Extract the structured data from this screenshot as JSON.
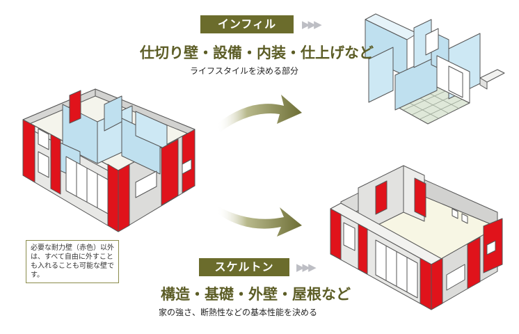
{
  "infill": {
    "badge": "インフィル",
    "chevrons": "▶▶▶",
    "title": "仕切り壁・設備・内装・仕上げなど",
    "subtitle": "ライフスタイルを決める部分"
  },
  "skeleton": {
    "badge": "スケルトン",
    "chevrons": "▶▶▶",
    "title": "構造・基礎・外壁・屋根など",
    "subtitle": "家の強さ、断熱性などの基本性能を決める"
  },
  "note": "必要な耐力壁（赤色）以外は、すべて自由に外すことも入れることも可能な壁です。",
  "colors": {
    "accent": "#6b6c2c",
    "structural_wall": "#e0131b",
    "wall": "#e6e6e4",
    "partition": "#bfe0ef",
    "floor": "#f7f6e4",
    "arrow": "#6d6e35"
  }
}
